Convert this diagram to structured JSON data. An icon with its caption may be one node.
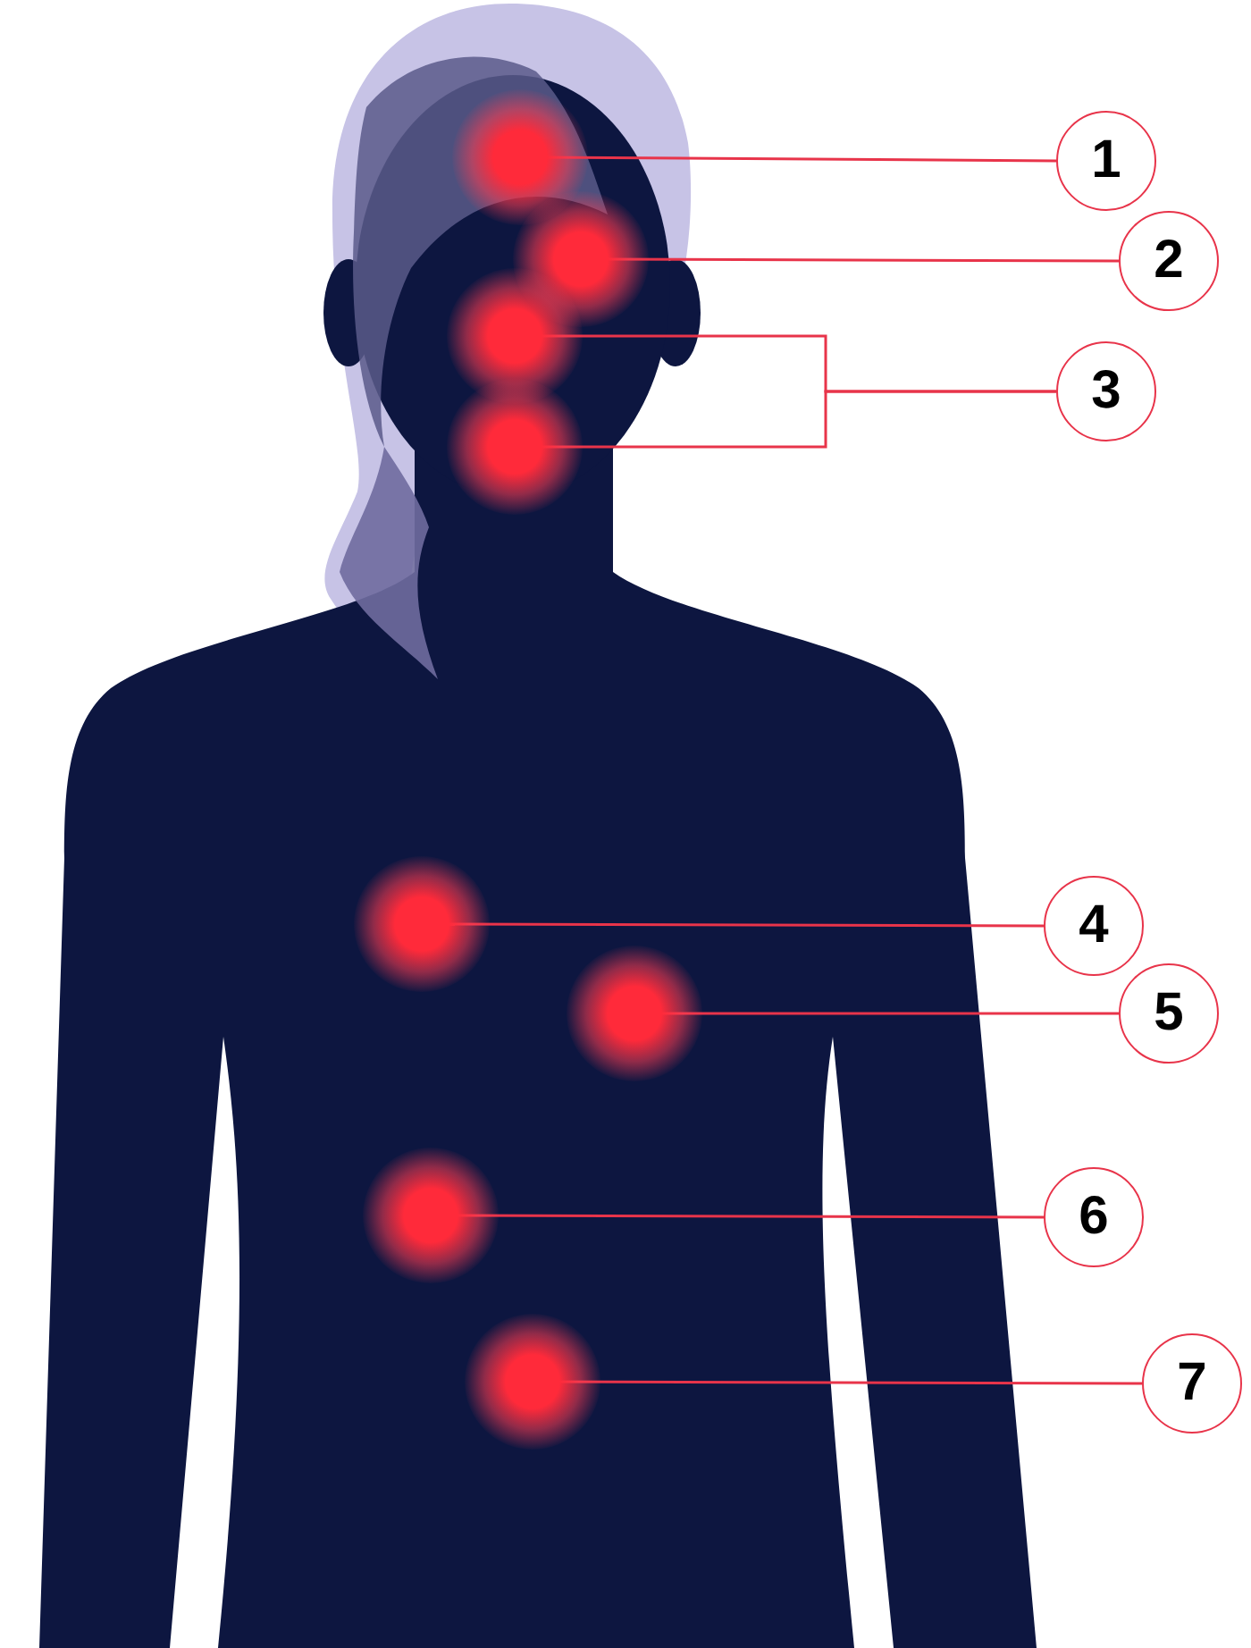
{
  "diagram": {
    "nodes": [
      {
        "text": [
          "1"
        ]
      },
      {
        "text": [
          "2"
        ]
      },
      {
        "text": [
          "3"
        ]
      },
      {
        "text": [
          "4"
        ]
      },
      {
        "text": [
          "5"
        ]
      },
      {
        "text": [
          "6"
        ]
      },
      {
        "text": [
          "7"
        ]
      },
      {
        "text": [],
        "shape": "circle"
      },
      {
        "text": [],
        "shape": "circle"
      },
      {
        "text": [],
        "shape": "circle"
      },
      {
        "text": [],
        "shape": "circle"
      },
      {
        "text": [],
        "shape": "circle"
      },
      {
        "text": [],
        "shape": "circle"
      },
      {
        "text": [],
        "shape": "circle"
      },
      {
        "text": [],
        "shape": "circle"
      }
    ],
    "edges": [
      {
        "from": 0,
        "to": 7,
        "arrow": "none"
      },
      {
        "from": 1,
        "to": 8,
        "arrow": "none"
      },
      {
        "from": 2,
        "to": 9,
        "arrow": "none"
      },
      {
        "from": 2,
        "to": 10,
        "arrow": "none"
      },
      {
        "from": 3,
        "to": 11,
        "arrow": "none"
      },
      {
        "from": 4,
        "to": 12,
        "arrow": "none"
      },
      {
        "from": 5,
        "to": 13,
        "arrow": "none"
      },
      {
        "from": 6,
        "to": 14,
        "arrow": "none"
      }
    ]
  }
}
